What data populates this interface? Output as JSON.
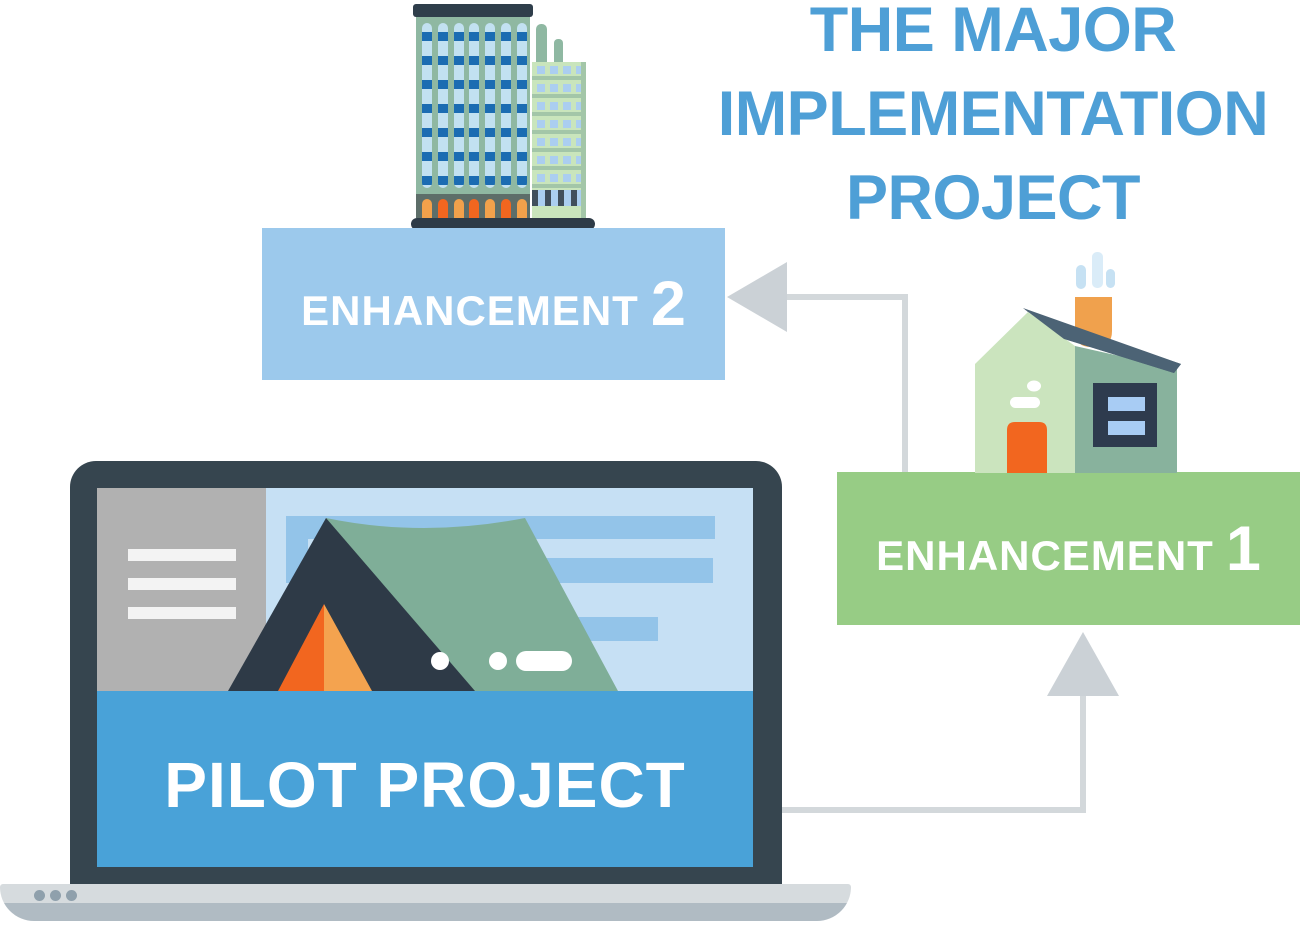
{
  "title": {
    "line1": "THE MAJOR",
    "line2": "IMPLEMENTATION",
    "line3": "PROJECT"
  },
  "nodes": {
    "pilot_project": {
      "label": "PILOT PROJECT"
    },
    "enhancement1": {
      "label": "ENHANCEMENT",
      "number": "1"
    },
    "enhancement2": {
      "label": "ENHANCEMENT",
      "number": "2"
    }
  },
  "icons": {
    "skyscrapers": "office-buildings-illustration",
    "house": "house-illustration",
    "tent": "tent-illustration",
    "laptop": "laptop-illustration",
    "arrows": "flow-connector-arrows"
  },
  "colors": {
    "title_text": "#4E9FD6",
    "enhancement1_bg": "#97CC85",
    "enhancement2_bg": "#9CC9EC",
    "pilot_banner_bg": "#49A2D8",
    "connector_line": "#D3D8DB",
    "arrowhead": "#CBD1D6",
    "laptop_bezel": "#36454F",
    "white_text": "#FFFFFF"
  }
}
